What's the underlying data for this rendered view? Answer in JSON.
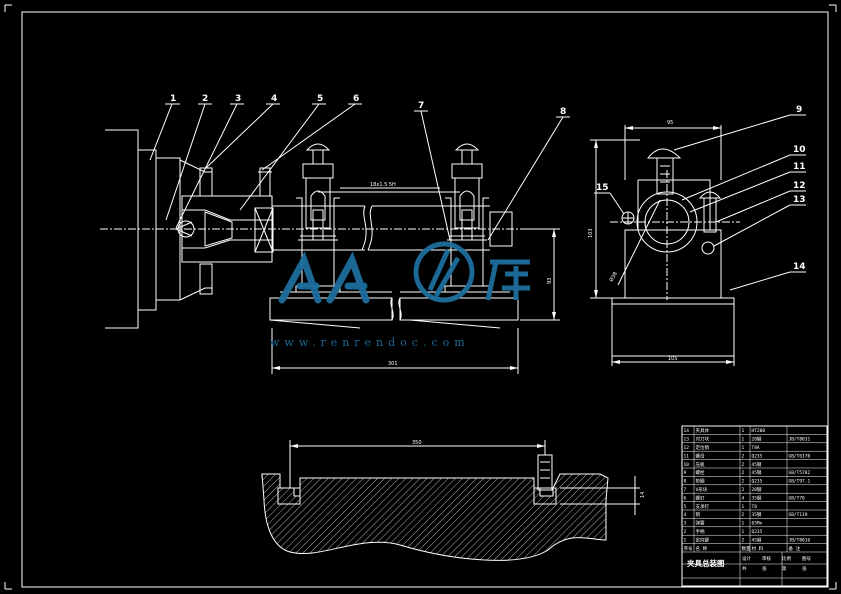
{
  "balloons": [
    "1",
    "2",
    "3",
    "4",
    "5",
    "6",
    "7",
    "8",
    "9",
    "10",
    "11",
    "12",
    "13",
    "14",
    "15"
  ],
  "dimensions": {
    "thread": "18x1.5 5H",
    "main_length": "301",
    "height_front": "93",
    "side_width": "95",
    "side_height": "103",
    "side_base": "105",
    "hole_dia": "Ø38",
    "section_length": "350",
    "section_depth": "14"
  },
  "watermark": {
    "text": "人人文库",
    "url": "www.renrendoc.com",
    "color": "#1e6e9e"
  },
  "title_block": {
    "rows": [
      {
        "no": "14",
        "name": "夹具体",
        "qty": "1",
        "material": "HT200",
        "note": ""
      },
      {
        "no": "13",
        "name": "对刀块",
        "qty": "1",
        "material": "20钢",
        "note": "JB/T8031"
      },
      {
        "no": "12",
        "name": "定位销",
        "qty": "1",
        "material": "T8A",
        "note": ""
      },
      {
        "no": "11",
        "name": "螺母",
        "qty": "2",
        "material": "Q235",
        "note": "GB/T6170"
      },
      {
        "no": "10",
        "name": "压板",
        "qty": "2",
        "material": "45钢",
        "note": ""
      },
      {
        "no": "9",
        "name": "螺栓",
        "qty": "2",
        "material": "45钢",
        "note": "GB/T5782"
      },
      {
        "no": "8",
        "name": "垫圈",
        "qty": "2",
        "material": "Q235",
        "note": "GB/T97.1"
      },
      {
        "no": "7",
        "name": "V形块",
        "qty": "2",
        "material": "20钢",
        "note": ""
      },
      {
        "no": "6",
        "name": "螺钉",
        "qty": "4",
        "material": "35钢",
        "note": "GB/T70"
      },
      {
        "no": "5",
        "name": "支承钉",
        "qty": "1",
        "material": "T8",
        "note": ""
      },
      {
        "no": "4",
        "name": "销",
        "qty": "2",
        "material": "35钢",
        "note": "GB/T119"
      },
      {
        "no": "3",
        "name": "弹簧",
        "qty": "1",
        "material": "65Mn",
        "note": ""
      },
      {
        "no": "2",
        "name": "手柄",
        "qty": "1",
        "material": "Q235",
        "note": ""
      },
      {
        "no": "1",
        "name": "定向键",
        "qty": "2",
        "material": "45钢",
        "note": "JB/T8016"
      }
    ],
    "header": {
      "no": "序号",
      "name": "名 称",
      "qty": "数量",
      "material": "材 料",
      "note": "备 注"
    },
    "title": "夹具总装图",
    "labels": [
      "设计",
      "审核",
      "比例",
      "图号",
      "共",
      "张",
      "第",
      "张"
    ]
  }
}
